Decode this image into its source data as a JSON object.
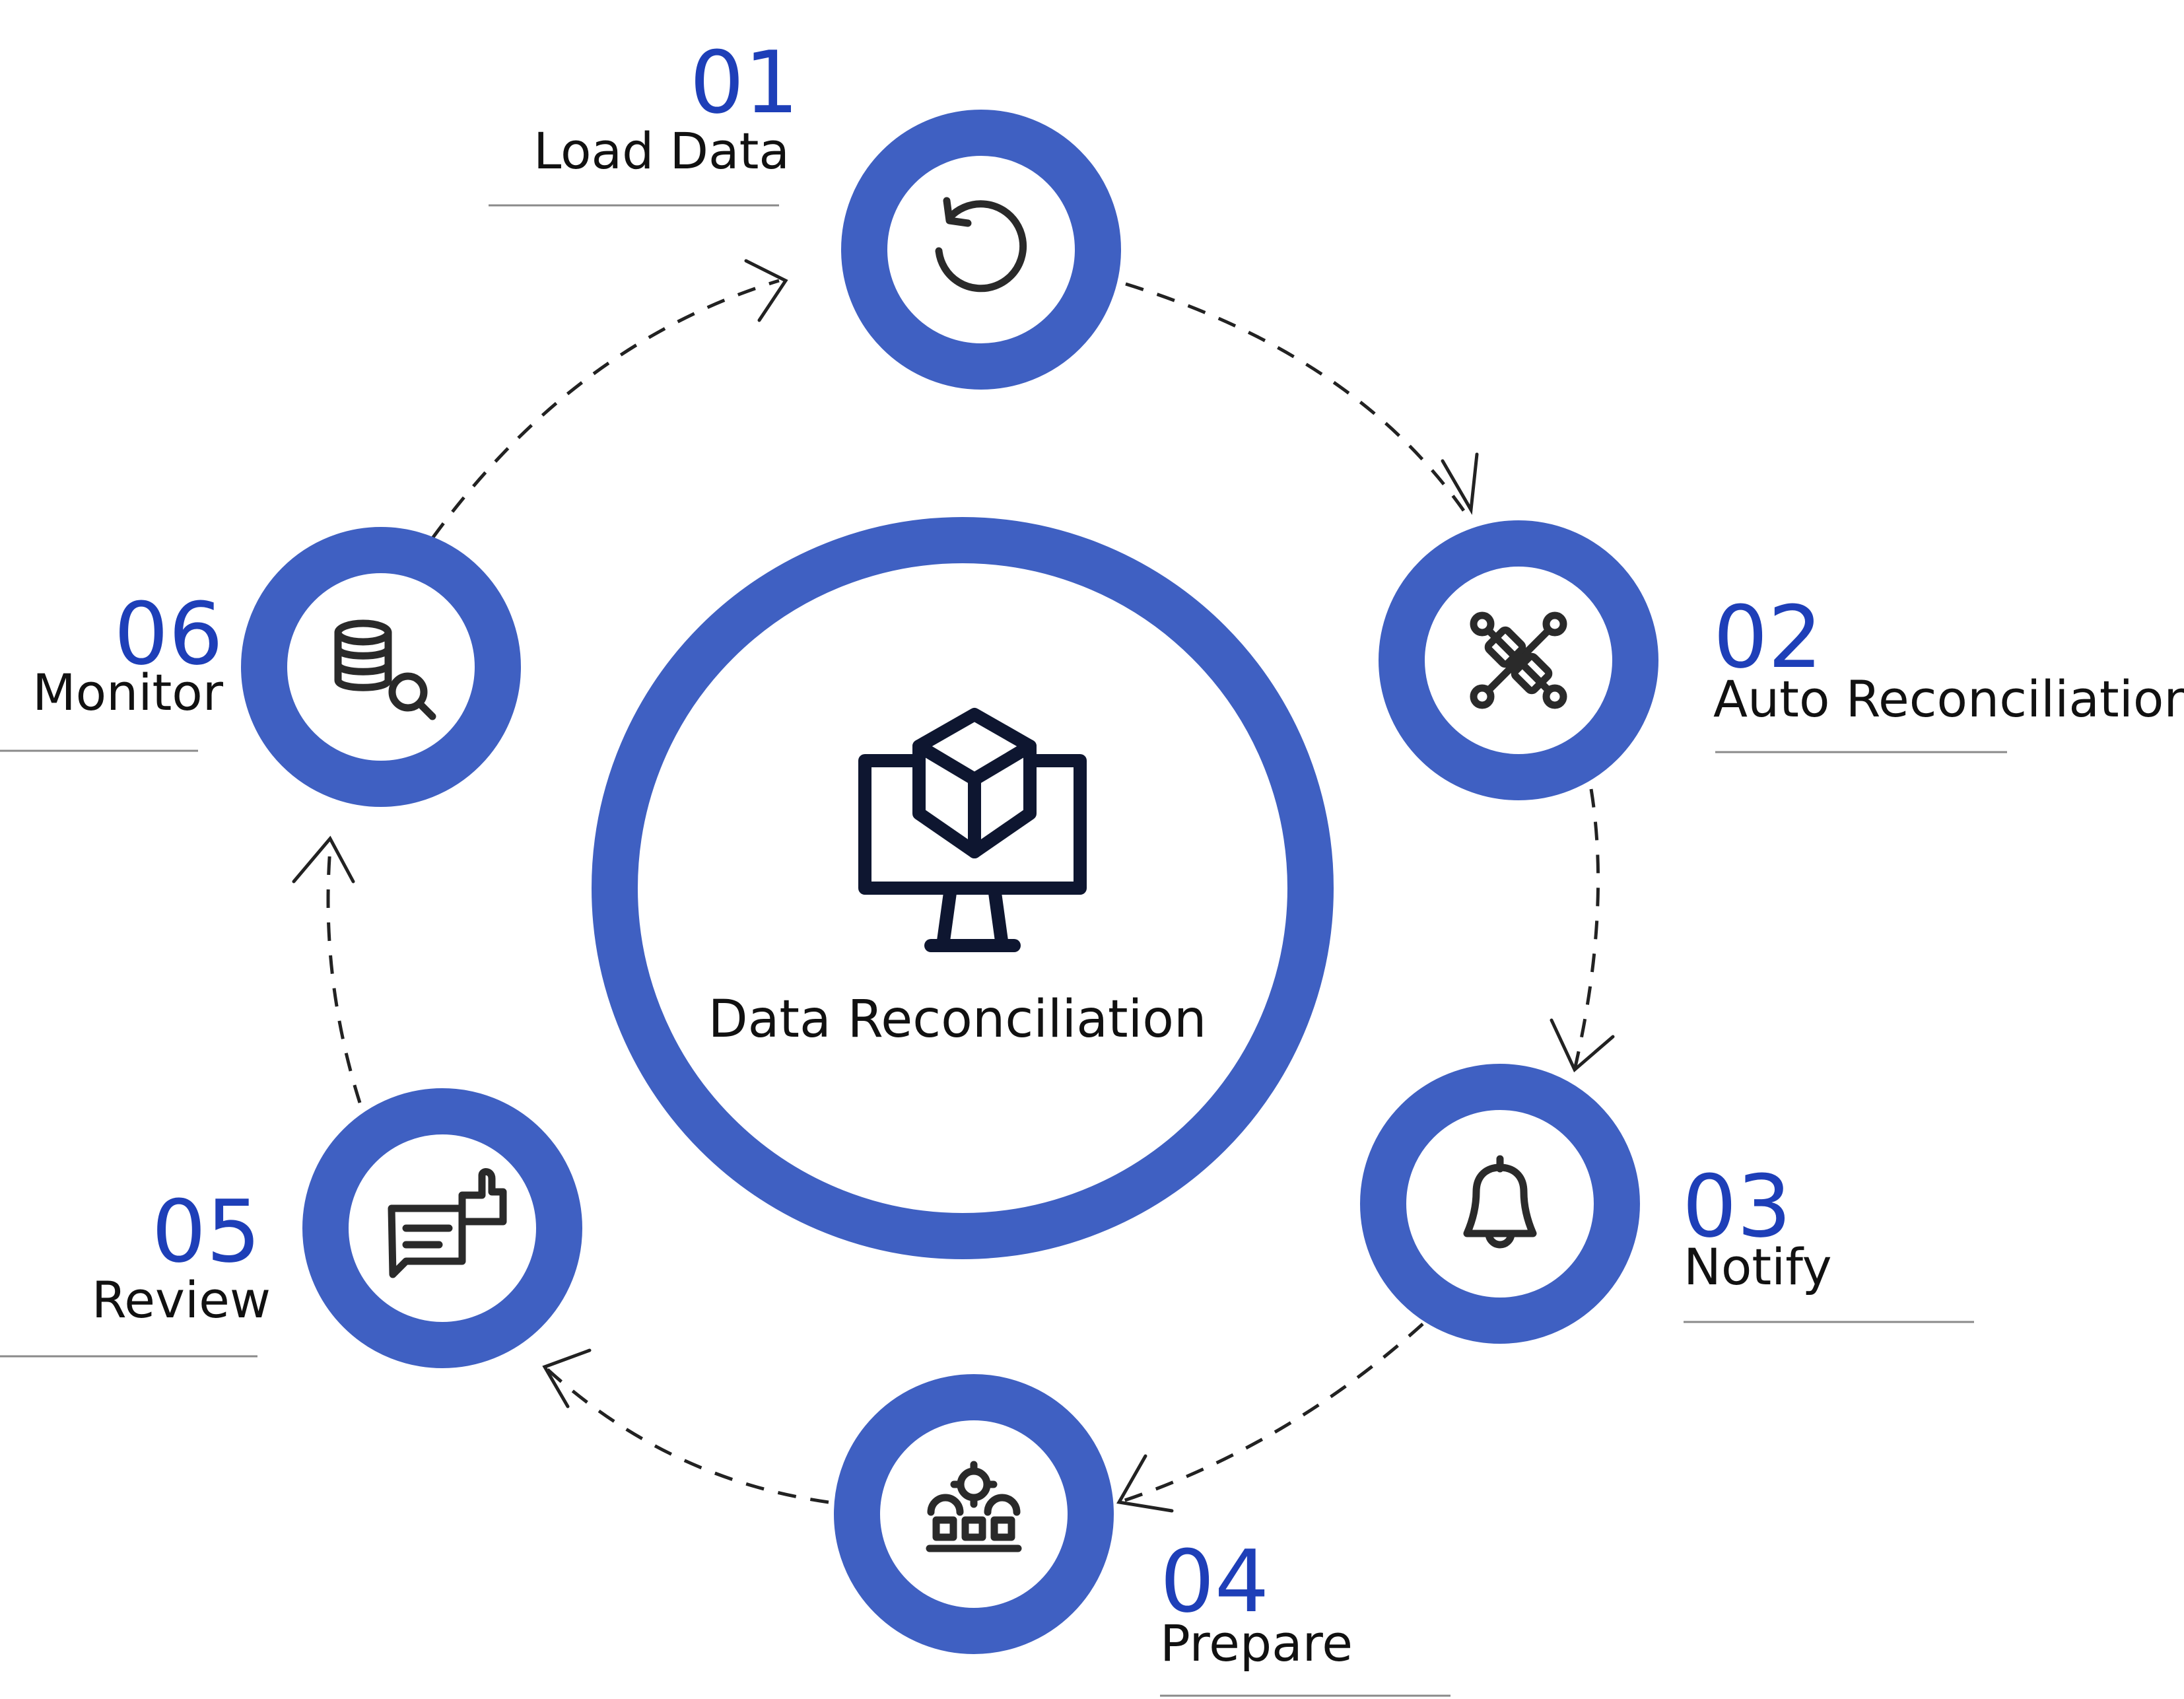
{
  "diagram": {
    "center": {
      "label": "Data Reconciliation",
      "icon": "monitor-cube-icon"
    },
    "steps": [
      {
        "number": "01",
        "label": "Load Data",
        "icon": "refresh-icon"
      },
      {
        "number": "02",
        "label": "Auto Reconciliations",
        "icon": "puzzle-link-icon"
      },
      {
        "number": "03",
        "label": "Notify",
        "icon": "bell-icon"
      },
      {
        "number": "04",
        "label": "Prepare",
        "icon": "assembly-line-icon"
      },
      {
        "number": "05",
        "label": "Review",
        "icon": "feedback-thumbs-up-icon"
      },
      {
        "number": "06",
        "label": "Monitor",
        "icon": "database-search-icon"
      }
    ]
  },
  "colors": {
    "ring": "#3f60c2",
    "number": "#1e3fb8",
    "text": "#111111",
    "icon": "#2a2a2a",
    "center_icon": "#0e1630"
  }
}
